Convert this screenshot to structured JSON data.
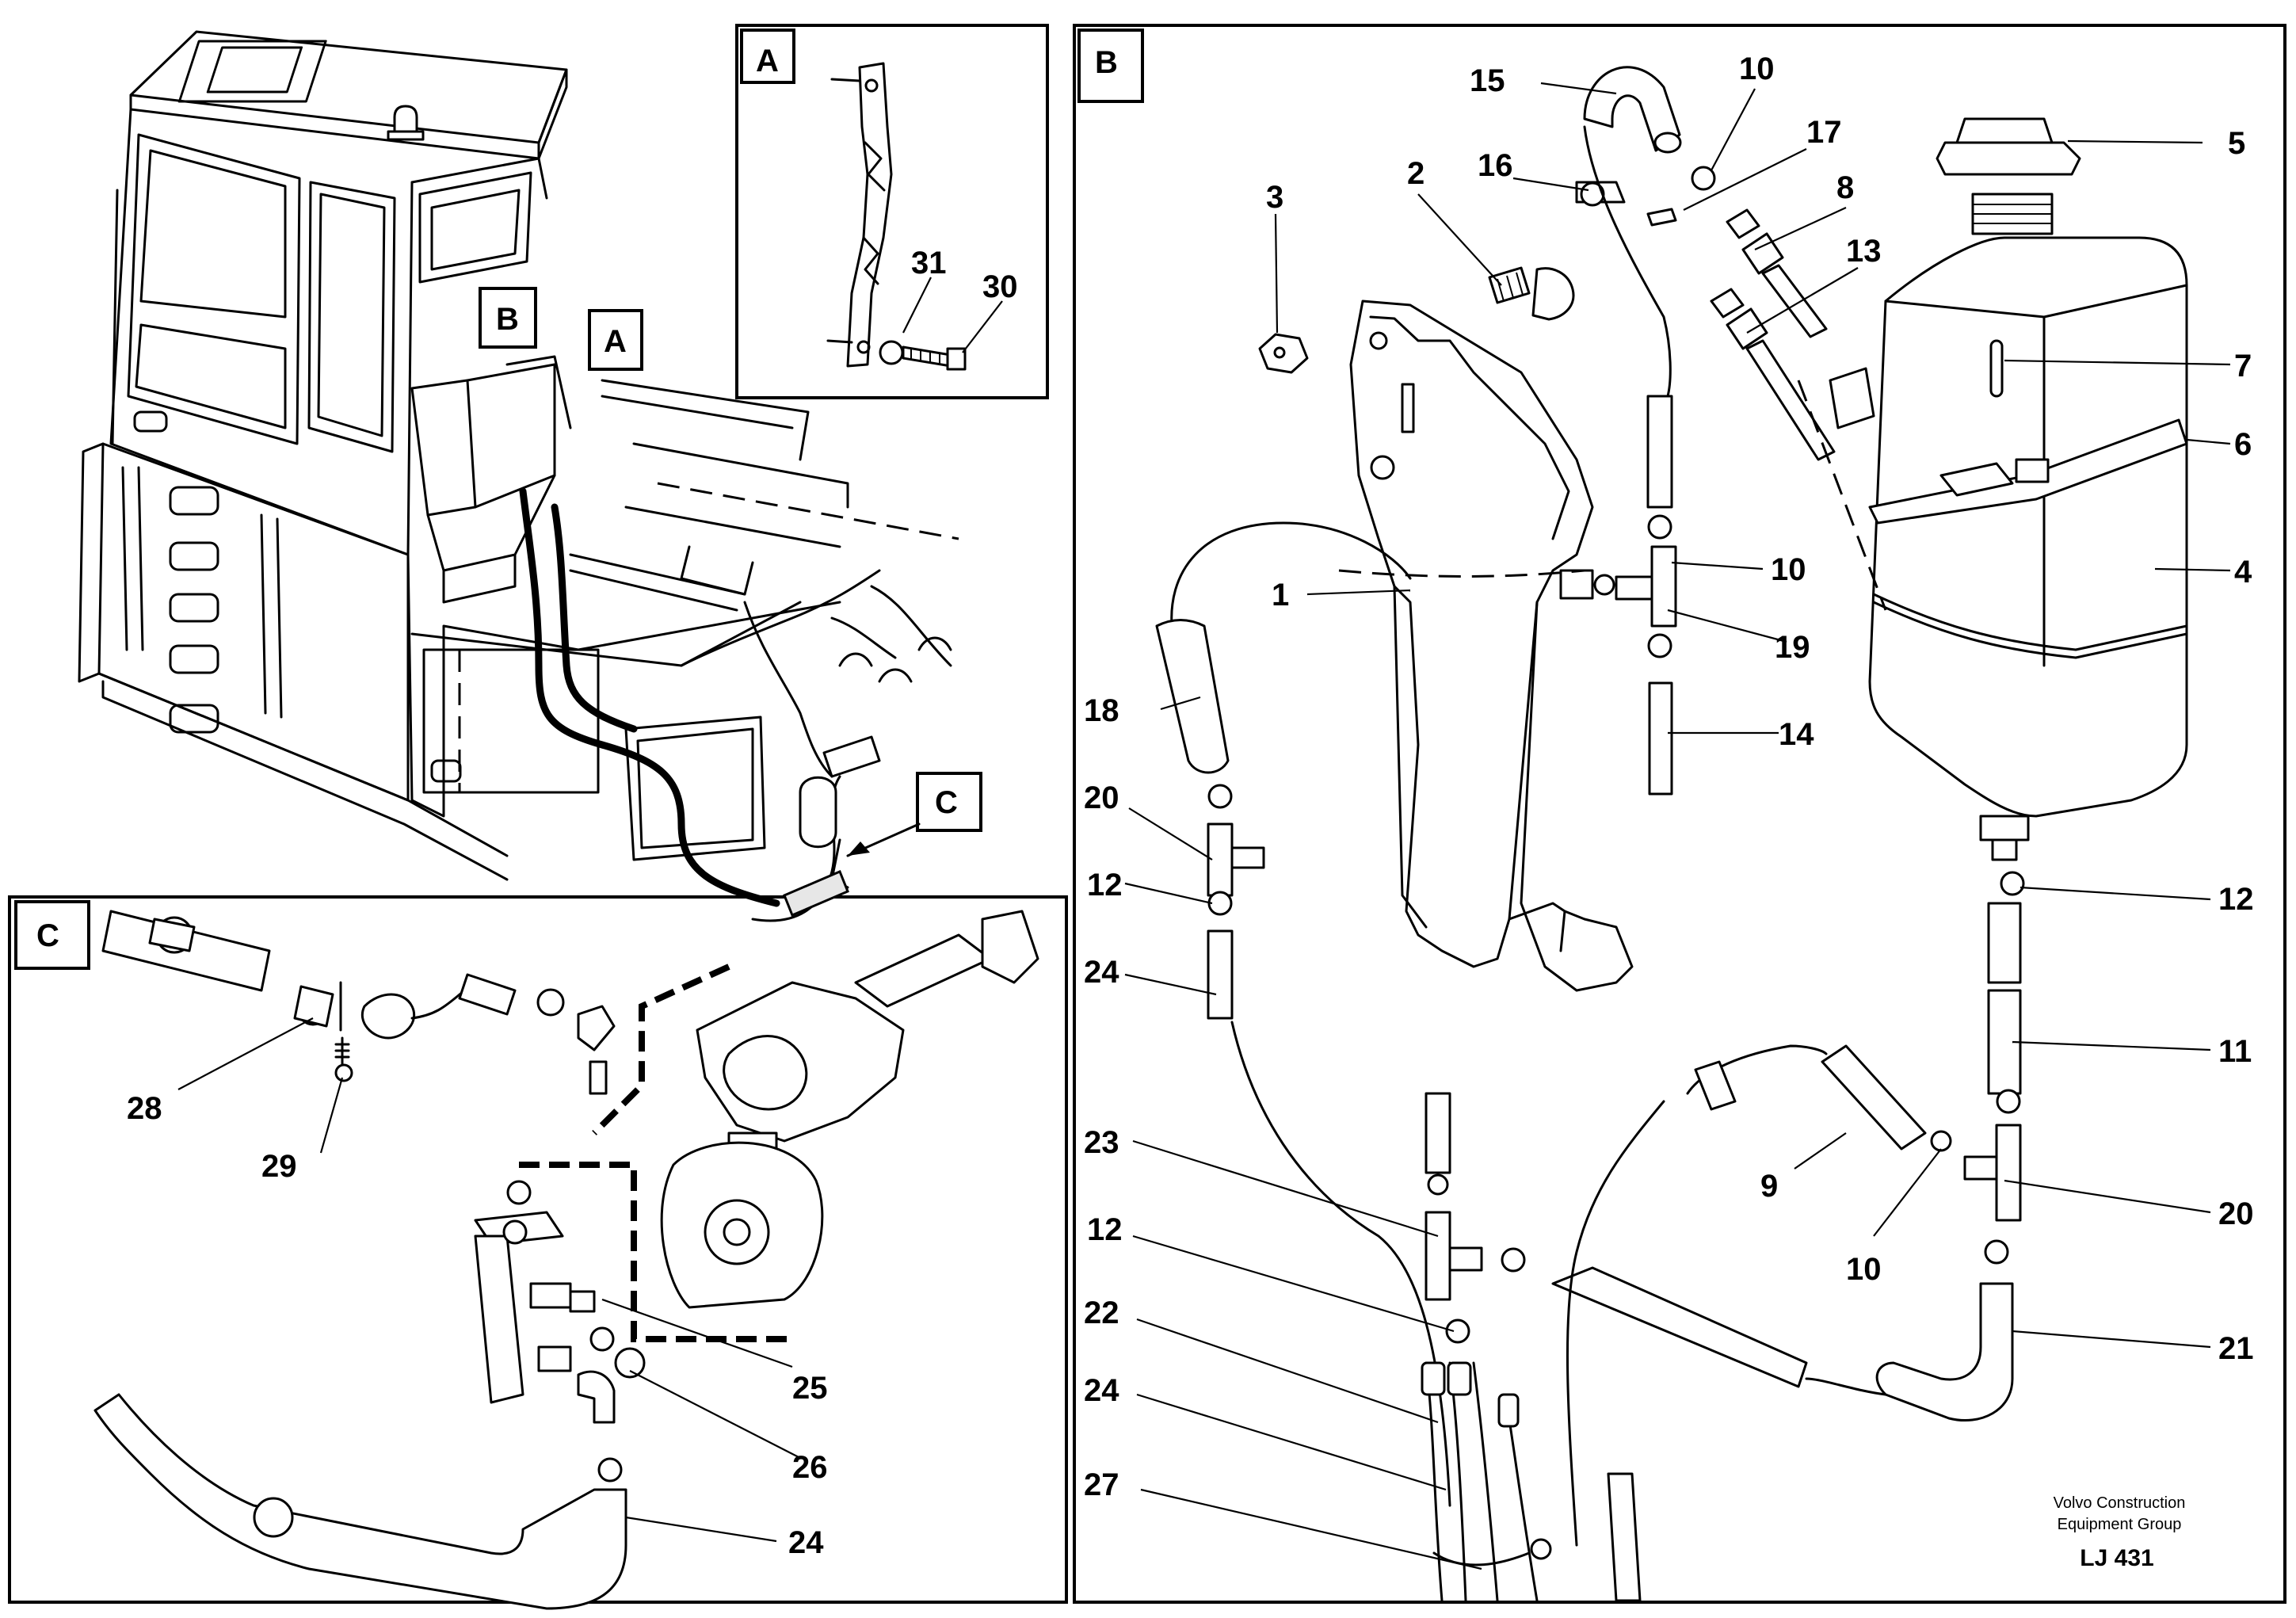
{
  "callouts": {
    "c1": "1",
    "c2": "2",
    "c3": "3",
    "c4": "4",
    "c5": "5",
    "c6": "6",
    "c7": "7",
    "c8": "8",
    "c9": "9",
    "c10a": "10",
    "c10b": "10",
    "c10c": "10",
    "c11": "11",
    "c12a": "12",
    "c12b": "12",
    "c12c": "12",
    "c13": "13",
    "c14": "14",
    "c15": "15",
    "c16": "16",
    "c17": "17",
    "c18": "18",
    "c19": "19",
    "c20a": "20",
    "c20b": "20",
    "c21": "21",
    "c22": "22",
    "c23": "23",
    "c24a": "24",
    "c24b": "24",
    "c24c": "24",
    "c25": "25",
    "c26": "26",
    "c27": "27",
    "c28": "28",
    "c29": "29",
    "c30": "30",
    "c31": "31"
  },
  "view_labels": {
    "box_a": "A",
    "box_b": "B",
    "box_c": "C",
    "tag_a": "A",
    "tag_b": "B",
    "tag_c": "C"
  },
  "footer": {
    "company_line1": "Volvo Construction",
    "company_line2": "Equipment Group",
    "code": "LJ 431"
  }
}
